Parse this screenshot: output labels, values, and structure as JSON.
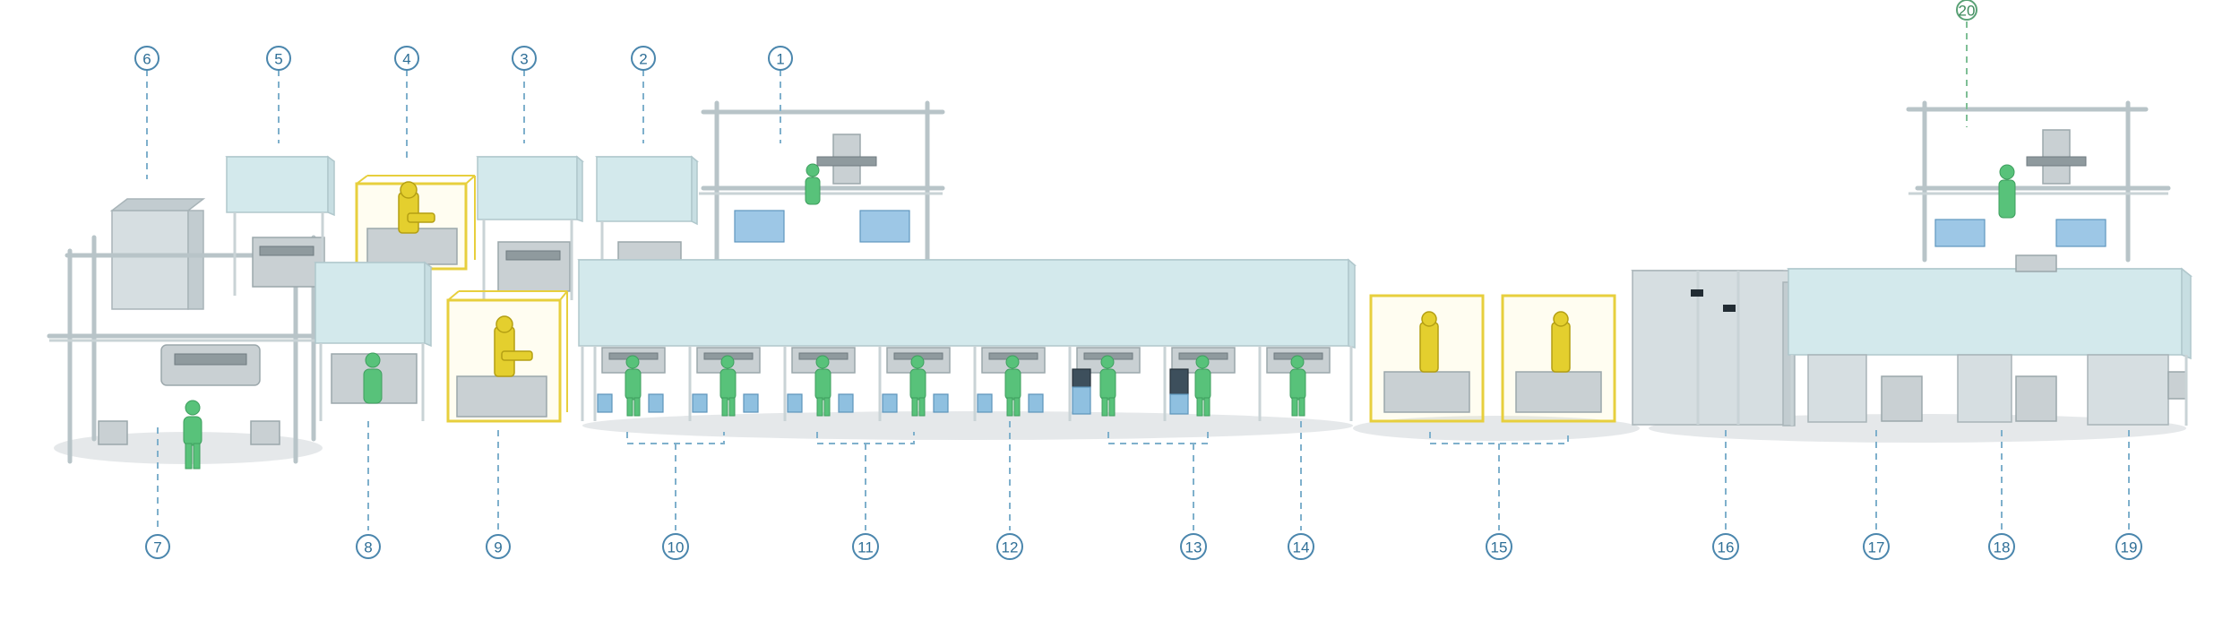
{
  "callouts": [
    {
      "number": "1"
    },
    {
      "number": "2"
    },
    {
      "number": "3"
    },
    {
      "number": "4"
    },
    {
      "number": "5"
    },
    {
      "number": "6"
    },
    {
      "number": "7"
    },
    {
      "number": "8"
    },
    {
      "number": "9"
    },
    {
      "number": "10"
    },
    {
      "number": "11"
    },
    {
      "number": "12"
    },
    {
      "number": "13"
    },
    {
      "number": "14"
    },
    {
      "number": "15"
    },
    {
      "number": "16"
    },
    {
      "number": "17"
    },
    {
      "number": "18"
    },
    {
      "number": "19"
    },
    {
      "number": "20"
    }
  ],
  "colors": {
    "callout_stroke": "#4a86ad",
    "callout_stroke_special": "#5aa276",
    "canopy": "#dff3f5",
    "safety_cage": "#e7cf3d",
    "robot": "#e4cf2e",
    "worker": "#58c27a",
    "bins": "#8fc0e0"
  }
}
